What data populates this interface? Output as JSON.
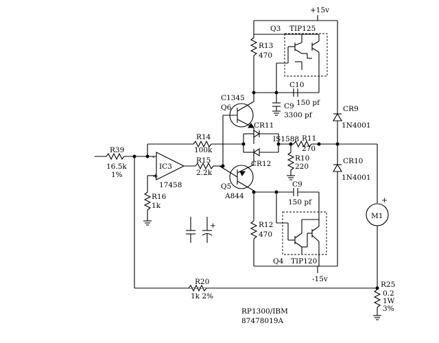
{
  "rails": {
    "positive": "+15v",
    "negative": "-15v"
  },
  "components": {
    "R39": {
      "ref": "R39",
      "value": "16.5k",
      "tolerance": "1%"
    },
    "R14": {
      "ref": "R14",
      "value": "100k"
    },
    "R15": {
      "ref": "R15",
      "value": "2.2k"
    },
    "R16": {
      "ref": "R16",
      "value": "1k"
    },
    "R11": {
      "ref": "R11",
      "value": "270"
    },
    "R10": {
      "ref": "R10",
      "value": "220"
    },
    "R13": {
      "ref": "R13",
      "value": "470"
    },
    "R12": {
      "ref": "R12",
      "value": "470"
    },
    "R20": {
      "ref": "R20",
      "value": "1k 2%"
    },
    "R25": {
      "ref": "R25",
      "value": "0.2",
      "power": "1W",
      "tolerance": "3%"
    },
    "IC3": {
      "ref": "IC3",
      "part": "17458"
    },
    "Q6": {
      "ref": "Q6",
      "part": "C1345"
    },
    "Q5": {
      "ref": "Q5",
      "part": "A844"
    },
    "Q3": {
      "ref": "Q3",
      "part": "TIP125"
    },
    "Q4": {
      "ref": "Q4",
      "part": "TIP120"
    },
    "C10": {
      "ref": "C10",
      "value": "150 pf"
    },
    "C9_top": {
      "ref": "C9",
      "value": "3300 pf"
    },
    "C9_bottom": {
      "ref": "C9",
      "value": "150 pf"
    },
    "CR11": {
      "ref": "CR11"
    },
    "CR12": {
      "ref": "CR12"
    },
    "CR11_part": "IS1588",
    "CR9": {
      "ref": "CR9",
      "part": "1N4001"
    },
    "CR10": {
      "ref": "CR10",
      "part": "1N4001"
    },
    "M1": {
      "ref": "M1"
    }
  },
  "footer": {
    "line1": "RP1300/IBM",
    "line2": "87478019A"
  },
  "symbols": {
    "plus": "+",
    "minus": "-"
  }
}
